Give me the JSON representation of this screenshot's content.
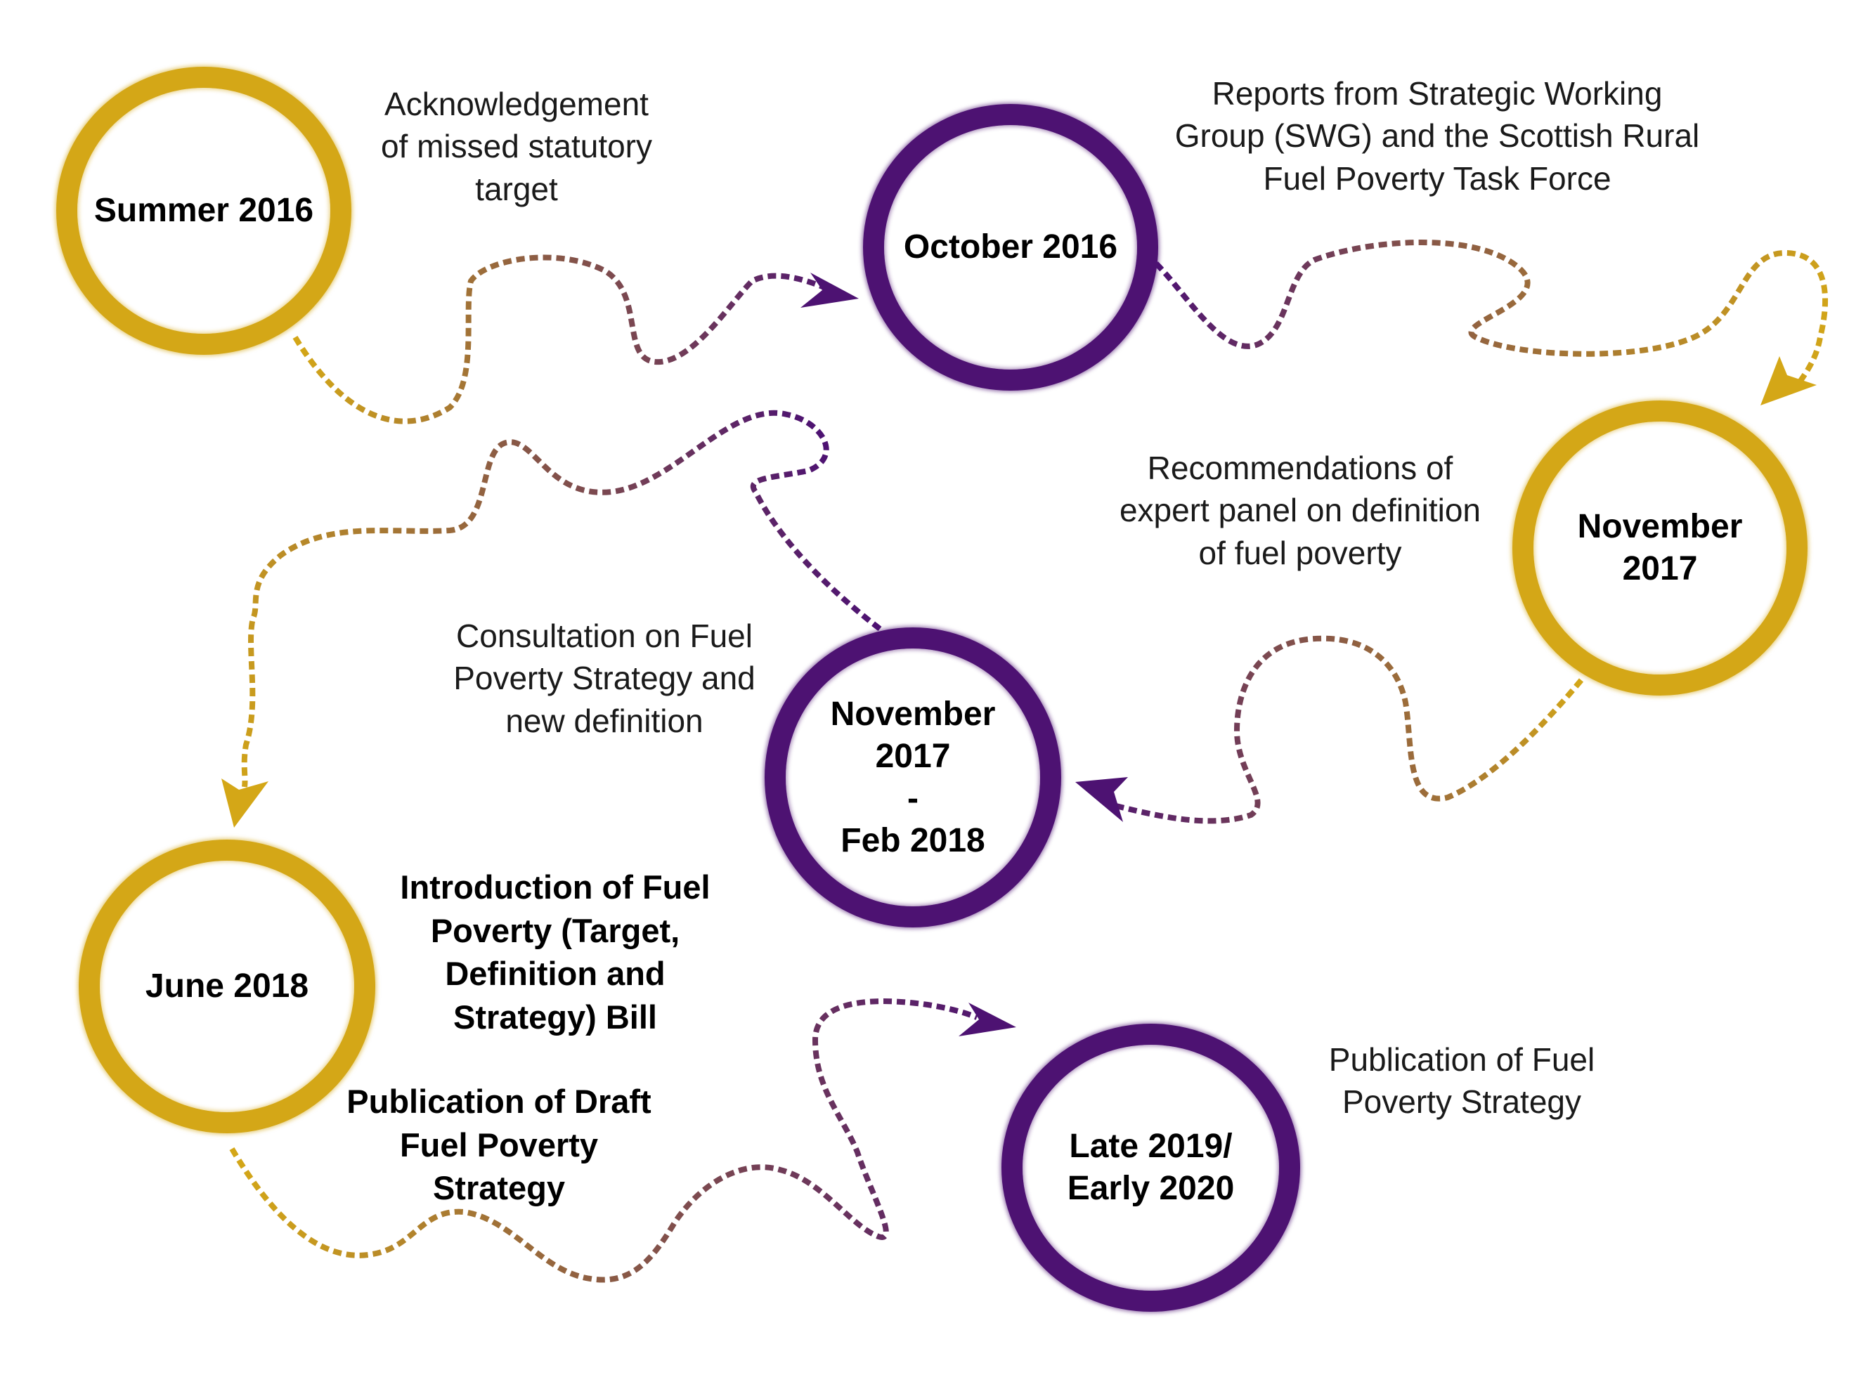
{
  "colors": {
    "gold": "#d4a717",
    "purple": "#4d1272",
    "brown": "#8a5a45"
  },
  "milestones": [
    {
      "date": "Summer 2016",
      "ring_color": "gold",
      "description": "Acknowledgement\nof missed statutory\ntarget",
      "description_bold": false
    },
    {
      "date": "October 2016",
      "ring_color": "purple",
      "description": "Reports from Strategic Working\nGroup (SWG) and the Scottish Rural\nFuel Poverty Task Force",
      "description_bold": false
    },
    {
      "date": "November\n2017",
      "ring_color": "gold",
      "description": "Recommendations of\nexpert panel on definition\nof fuel poverty",
      "description_bold": false
    },
    {
      "date": "November\n2017\n-\nFeb 2018",
      "ring_color": "purple",
      "description": "Consultation on Fuel\nPoverty Strategy and\nnew definition",
      "description_bold": false
    },
    {
      "date": "June 2018",
      "ring_color": "gold",
      "description": "Introduction of Fuel\nPoverty (Target,\nDefinition and\nStrategy) Bill",
      "description_bold": true,
      "description_2": "Publication of Draft\nFuel Poverty\nStrategy",
      "description_2_bold": true
    },
    {
      "date": "Late 2019/\nEarly 2020",
      "ring_color": "purple",
      "description": "Publication of Fuel\nPoverty Strategy",
      "description_bold": false
    }
  ]
}
